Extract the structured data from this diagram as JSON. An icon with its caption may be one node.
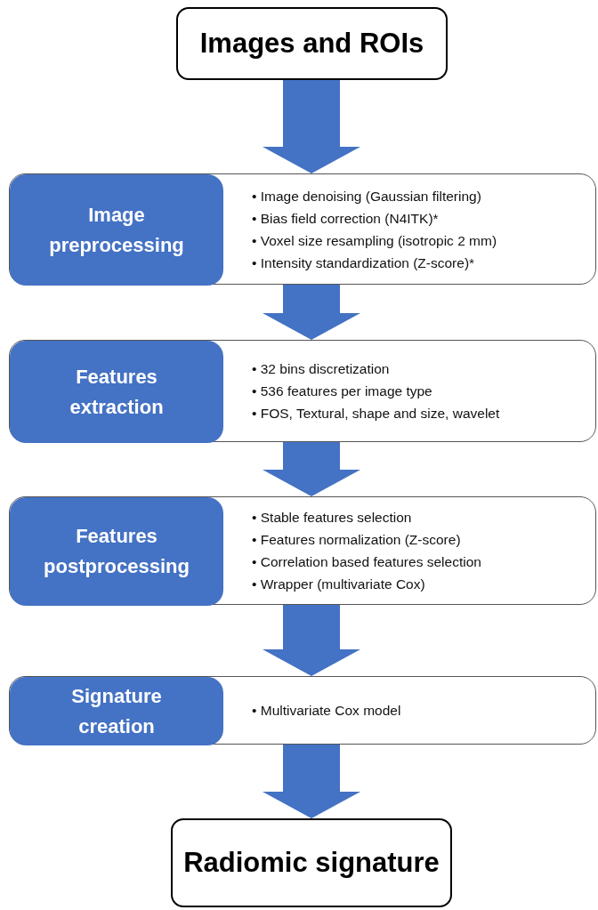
{
  "diagram": {
    "nodes": [
      {
        "text": [
          "Images and ROIs"
        ]
      },
      {
        "text": [
          "• Image denoising (Gaussian filtering)",
          "• Bias field correction (N4ITK)*",
          "• Voxel size resampling (isotropic 2 mm)",
          "• Intensity standardization (Z-score)*"
        ]
      },
      {
        "text": [
          "Image preprocessing"
        ],
        "in": 1
      },
      {
        "text": [
          "• 32 bins discretization",
          "• 536 features per image type",
          "• FOS, Textural, shape and size, wavelet"
        ]
      },
      {
        "text": [
          "Features extraction"
        ],
        "in": 3
      },
      {
        "text": [
          "• Stable features selection",
          "• Features normalization (Z-score)",
          "• Correlation based features selection",
          "• Wrapper (multivariate Cox)"
        ]
      },
      {
        "text": [
          "Features postprocessing"
        ],
        "in": 5
      },
      {
        "text": [
          "• Multivariate Cox model"
        ]
      },
      {
        "text": [
          "Signature creation"
        ],
        "in": 7
      },
      {
        "text": [
          "Radiomic signature"
        ]
      }
    ],
    "edges": [
      {
        "from": 0,
        "to": 1,
        "arrow": "to"
      },
      {
        "from": 1,
        "to": 3,
        "arrow": "to"
      },
      {
        "from": 3,
        "to": 5,
        "arrow": "to"
      },
      {
        "from": 5,
        "to": 7,
        "arrow": "to"
      },
      {
        "from": 7,
        "to": 9,
        "arrow": "to"
      }
    ]
  }
}
